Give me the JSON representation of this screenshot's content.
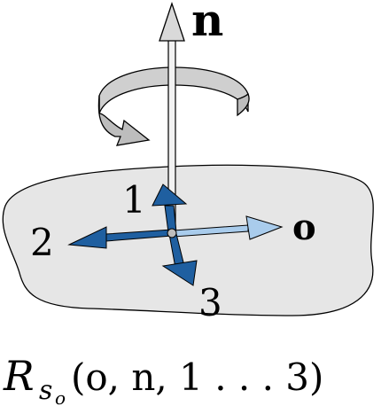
{
  "labels": {
    "normal": "n",
    "origin_axis": "o",
    "axis1": "1",
    "axis2": "2",
    "axis3": "3"
  },
  "caption": {
    "symbol": "R",
    "subscript": "s",
    "sub_subscript": "o",
    "args": "(o, n, 1 . . . 3)"
  },
  "colors": {
    "plane_fill": "#e6e6e6",
    "outline": "#000000",
    "axis_dark_blue": "#1f5fa0",
    "axis_light_blue": "#a9ccec",
    "normal_arrow": "#d9d9d9",
    "rotation_arrow": "#cfcfcf"
  },
  "icons": {
    "rotation": "curved-rotation-arrow-icon",
    "normal": "up-arrow-icon"
  }
}
